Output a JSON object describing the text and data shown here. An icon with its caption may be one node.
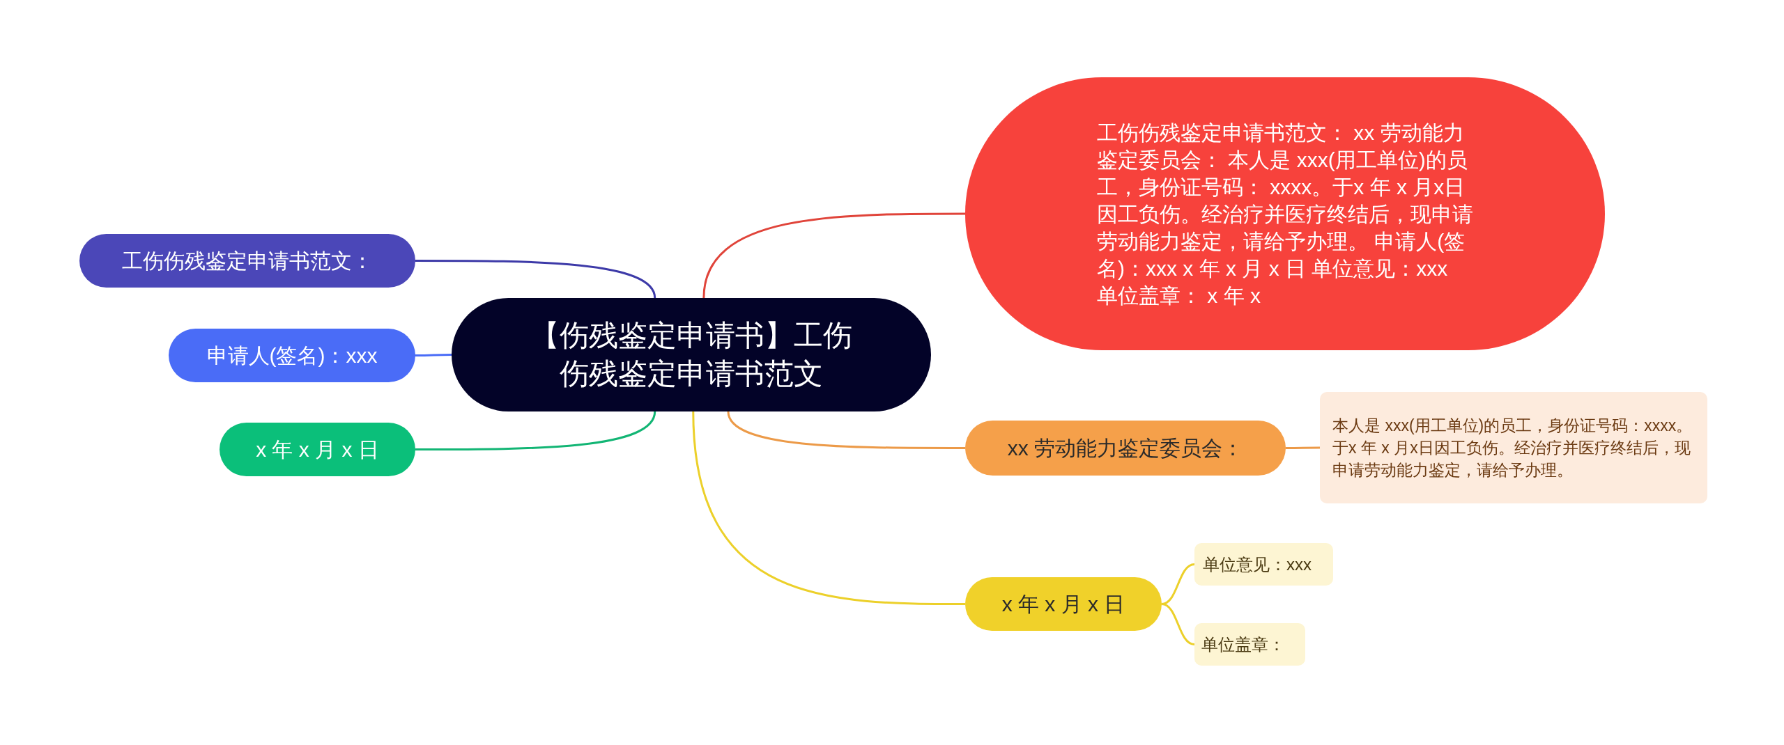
{
  "diagram": {
    "nodes": [
      {
        "text": [
          "【伤残鉴定申请书】工伤伤残鉴定申请书范文"
        ]
      },
      {
        "text": [
          "工伤伤残鉴定申请书范文："
        ]
      },
      {
        "text": [
          "申请人(签名)：xxx"
        ]
      },
      {
        "text": [
          "x 年 x 月 x 日"
        ]
      },
      {
        "text": [
          "工伤伤残鉴定申请书范文： xx 劳动能力鉴定委员会： 本人是 xxx(用工单位)的员工，身份证号码： xxxx。于x 年 x 月x日因工负伤。经治疗并医疗终结后，现申请劳动能力鉴定，请给予办理。 申请人(签名)：xxx x 年 x 月 x 日 单位意见：xxx 单位盖章： x 年 x"
        ]
      },
      {
        "text": [
          "xx 劳动能力鉴定委员会："
        ]
      },
      {
        "text": [
          "本人是 xxx(用工单位)的员工，身份证号码：xxxx。于x 年 x 月x日因工负伤。经治疗并医疗终结后，现申请劳动能力鉴定，请给予办理。"
        ]
      },
      {
        "text": [
          "x 年 x 月 x 日"
        ]
      },
      {
        "text": [
          "单位意见：xxx"
        ]
      },
      {
        "text": [
          "单位盖章："
        ]
      }
    ],
    "edges": [
      {
        "from": 0,
        "to": 1,
        "arrow": "none",
        "color": "#3d3aa8"
      },
      {
        "from": 0,
        "to": 2,
        "arrow": "none",
        "color": "#4a6cf7"
      },
      {
        "from": 0,
        "to": 3,
        "arrow": "none",
        "color": "#12b574"
      },
      {
        "from": 0,
        "to": 4,
        "arrow": "none",
        "color": "#e0443a"
      },
      {
        "from": 0,
        "to": 5,
        "arrow": "none",
        "color": "#ec9a48"
      },
      {
        "from": 5,
        "to": 6,
        "arrow": "none",
        "color": "#ec9a48"
      },
      {
        "from": 0,
        "to": 7,
        "arrow": "none",
        "color": "#ecd02a"
      },
      {
        "from": 7,
        "to": 8,
        "arrow": "none",
        "color": "#ecd02a"
      },
      {
        "from": 7,
        "to": 9,
        "arrow": "none",
        "color": "#ecd02a"
      }
    ]
  }
}
